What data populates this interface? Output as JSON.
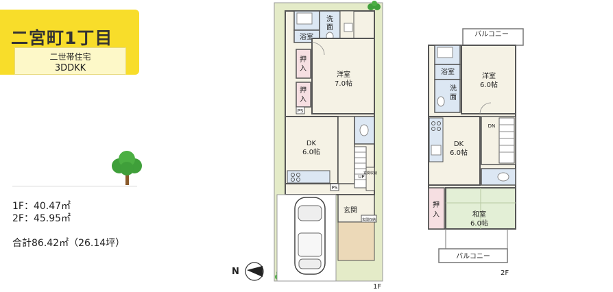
{
  "title": {
    "name": "二宮町1丁目",
    "subtitle": "二世帯住宅",
    "layout": "3DDKK"
  },
  "areas": {
    "floor1": "1F：40.47㎡",
    "floor2": "2F：45.95㎡",
    "total": "合計86.42㎡（26.14坪）"
  },
  "compass": {
    "north_label": "N"
  },
  "floor1": {
    "label": "1F",
    "rooms": {
      "bath": "浴室",
      "washroom_a": "洗",
      "washroom_b": "面",
      "western_name": "洋室",
      "western_size": "7.0帖",
      "closet1_a": "押",
      "closet1_b": "入",
      "closet2_a": "押",
      "closet2_b": "入",
      "ps1": "PS",
      "dk_name": "DK",
      "dk_size": "6.0帖",
      "ps2": "PS",
      "up": "UP",
      "entrance_storage": "玄関収納",
      "entrance": "玄関",
      "entrance_storage2": "玄関収納"
    }
  },
  "floor2": {
    "label": "2F",
    "rooms": {
      "balcony_top": "バルコニー",
      "balcony_bottom": "バルコニー",
      "bath": "浴室",
      "washroom_a": "洗",
      "washroom_b": "面",
      "western_name": "洋室",
      "western_size": "6.0帖",
      "dn": "DN",
      "dk_name": "DK",
      "dk_size": "6.0帖",
      "closet_a": "押",
      "closet_b": "入",
      "japanese_name": "和室",
      "japanese_size": "6.0帖"
    }
  },
  "colors": {
    "title_bg": "#f8dd2a",
    "lot": "#e4ebc8",
    "room": "#f5f2e5",
    "wet": "#dce7f3",
    "closet": "#f6dfe2",
    "tatami": "#e3efd6",
    "tile": "#ecd9b8",
    "wall": "#555555",
    "tree": "#3f9f3a"
  }
}
